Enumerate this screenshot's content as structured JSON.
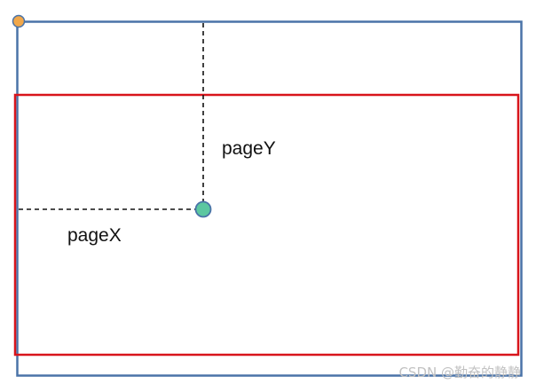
{
  "labels": {
    "page_y": "pageY",
    "page_x": "pageX"
  },
  "watermark": "CSDN @勤奋的静静",
  "colors": {
    "document_border": "#4a73a8",
    "viewport_border": "#d8141b",
    "origin_point": "#f2a84a",
    "target_point": "#5cc7a0",
    "point_outline": "#4a73a8",
    "guide_line": "#111111"
  }
}
